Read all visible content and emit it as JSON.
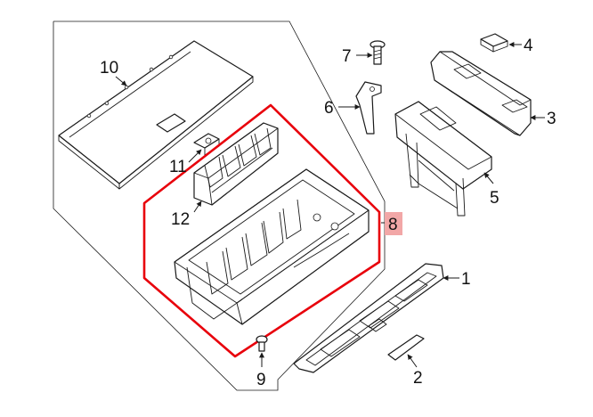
{
  "diagram": {
    "callouts": [
      {
        "id": "1",
        "label": "1"
      },
      {
        "id": "2",
        "label": "2"
      },
      {
        "id": "3",
        "label": "3"
      },
      {
        "id": "4",
        "label": "4"
      },
      {
        "id": "5",
        "label": "5"
      },
      {
        "id": "6",
        "label": "6"
      },
      {
        "id": "7",
        "label": "7"
      },
      {
        "id": "8",
        "label": "8"
      },
      {
        "id": "9",
        "label": "9"
      },
      {
        "id": "10",
        "label": "10"
      },
      {
        "id": "11",
        "label": "11"
      },
      {
        "id": "12",
        "label": "12"
      }
    ],
    "highlight": {
      "callout": "8",
      "outline_color": "#e8000b",
      "label_fill": "#f2a7a7"
    },
    "line_color": "#1a1a1a"
  }
}
